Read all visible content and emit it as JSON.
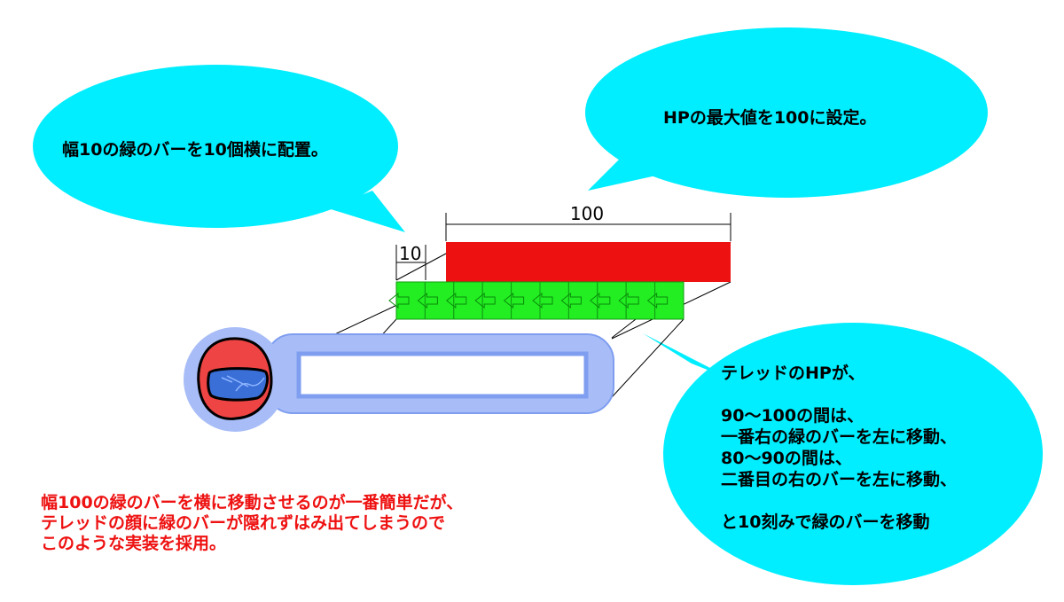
{
  "bubbles": {
    "grid": "幅10の緑のバーを10個横に配置。",
    "max_hp": "HPの最大値を100に設定。",
    "logic": "テレッドのHPが、\n\n90〜100の間は、\n一番右の緑のバーを左に移動、\n80〜90の間は、\n二番目の右のバーを左に移動、\n\nと10刻みで緑のバーを移動"
  },
  "dimensions": {
    "bar_width": "10",
    "hp_width": "100"
  },
  "note": "幅100の緑のバーを横に移動させるのが一番簡単だが、\nテレッドの顔に緑のバーが隠れずはみ出てしまうので\nこのような実装を採用。",
  "colors": {
    "bubble": "#00eeff",
    "red_bar": "#ee1111",
    "green_bar": "#22ee22",
    "frame_outer": "#a8bdf7",
    "frame_inner": "#7f9ef0",
    "head": "#ee4444",
    "visor": "#3a6fd8",
    "note_text": "#ee1111"
  },
  "green_segments": 10,
  "icons": {
    "segment": "left-arrow-icon",
    "character": "tereddo-head-icon"
  }
}
